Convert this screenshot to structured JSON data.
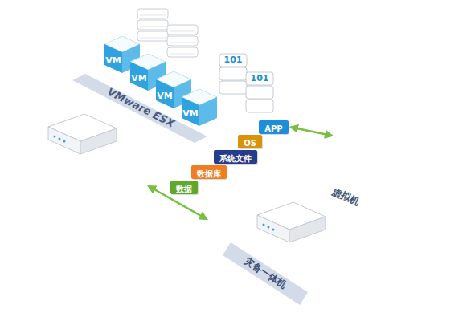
{
  "diagram": {
    "nodes": [
      {
        "text": [
          "VMware ESX"
        ]
      },
      {
        "text": [
          "VM"
        ],
        "in": 0
      },
      {
        "text": [
          "VM"
        ],
        "in": 0
      },
      {
        "text": [
          "VM"
        ],
        "in": 0
      },
      {
        "text": [
          "VM"
        ],
        "in": 0
      },
      {
        "text": [
          "101"
        ],
        "in": 0
      },
      {
        "text": [
          "101"
        ],
        "in": 0
      },
      {
        "text": [
          "APP"
        ]
      },
      {
        "text": [
          "OS"
        ]
      },
      {
        "text": [
          "系统文件"
        ]
      },
      {
        "text": [
          "数据库"
        ]
      },
      {
        "text": [
          "数据"
        ]
      },
      {
        "text": [
          "灾备一体机"
        ]
      },
      {
        "text": [
          "虚拟机"
        ],
        "in": 12
      }
    ],
    "edges": [
      {
        "from": 7,
        "to": 12,
        "arrow": "both"
      },
      {
        "from": 0,
        "to": 12,
        "arrow": "both"
      }
    ]
  }
}
